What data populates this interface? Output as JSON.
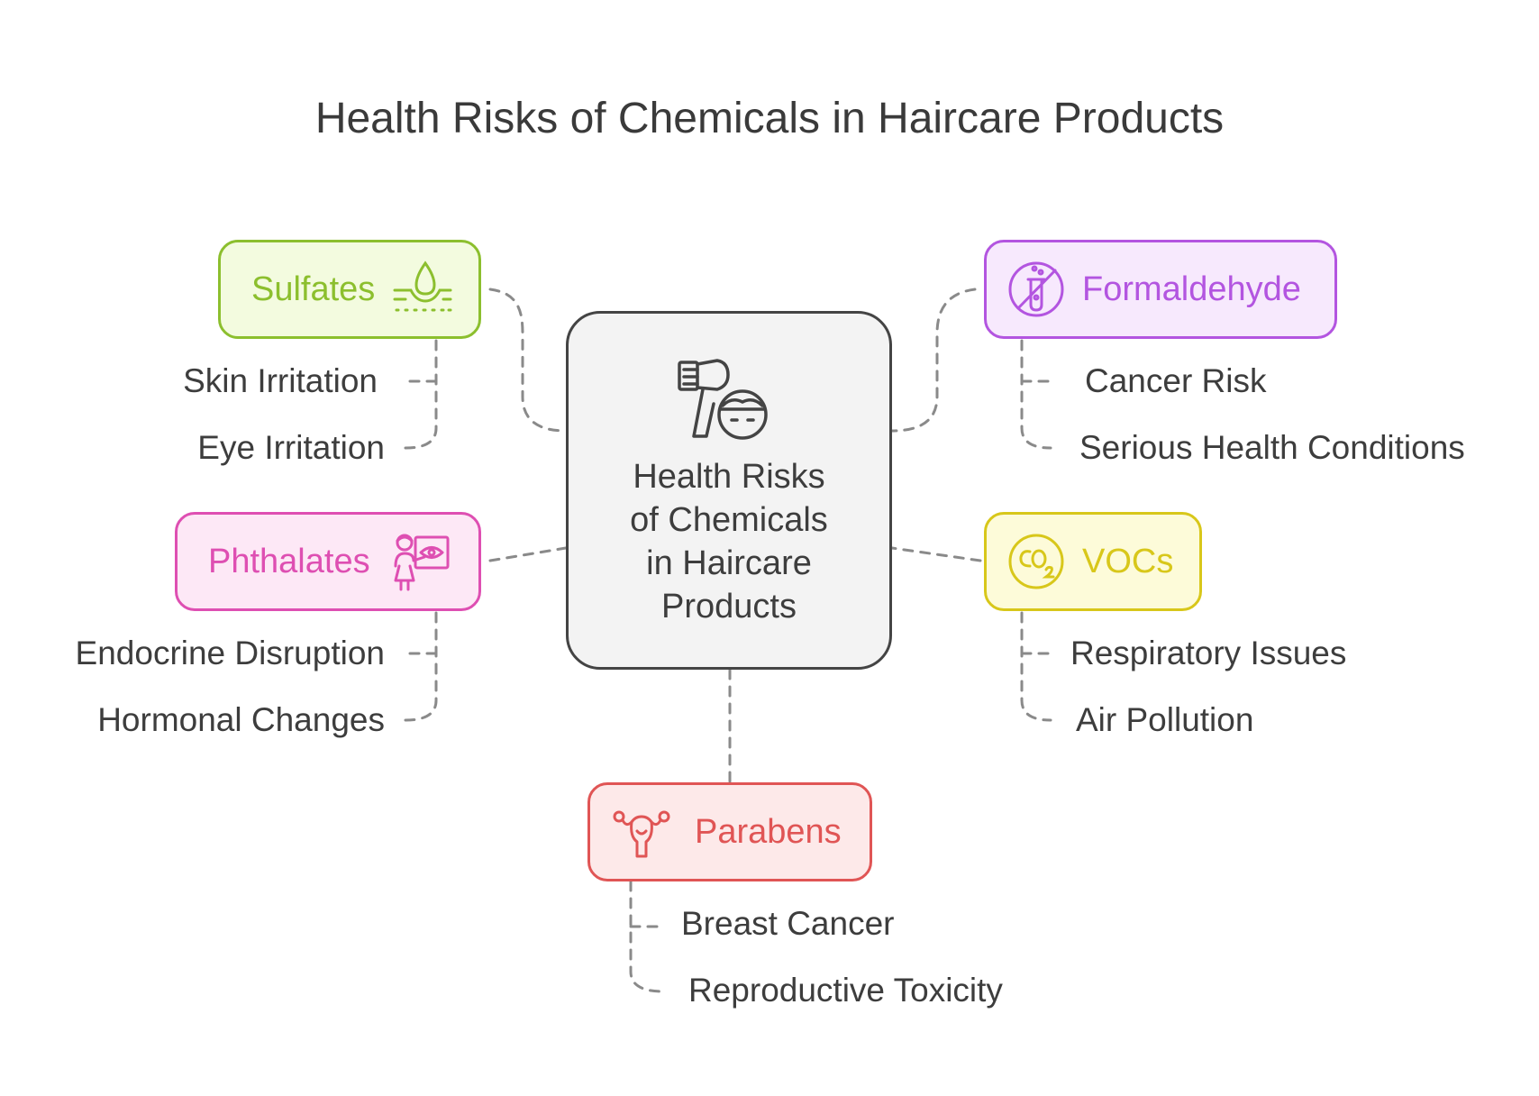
{
  "title": "Health Risks of Chemicals in Haircare Products",
  "center": {
    "label": "Health Risks\nof Chemicals\nin Haircare\nProducts",
    "icon": "hair-dryer-icon"
  },
  "nodes": {
    "sulfates": {
      "label": "Sulfates",
      "icon": "skin-drop-icon",
      "color": "#8cbf2e",
      "fill": "#f3fbdf",
      "items": [
        "Skin Irritation",
        "Eye Irritation"
      ]
    },
    "phthalates": {
      "label": "Phthalates",
      "icon": "woman-eye-chart-icon",
      "color": "#de4fb2",
      "fill": "#fde8f6",
      "items": [
        "Endocrine Disruption",
        "Hormonal Changes"
      ]
    },
    "formaldehyde": {
      "label": "Formaldehyde",
      "icon": "no-test-tube-icon",
      "color": "#b355e0",
      "fill": "#f7e9fd",
      "items": [
        "Cancer Risk",
        "Serious Health Conditions"
      ]
    },
    "vocs": {
      "label": "VOCs",
      "icon": "co2-icon",
      "color": "#d8c71a",
      "fill": "#fdfbd9",
      "items": [
        "Respiratory Issues",
        "Air Pollution"
      ]
    },
    "parabens": {
      "label": "Parabens",
      "icon": "uterus-icon",
      "color": "#e05555",
      "fill": "#fde9e9",
      "items": [
        "Breast Cancer",
        "Reproductive Toxicity"
      ]
    }
  },
  "connector_color": "#8a8a8a"
}
